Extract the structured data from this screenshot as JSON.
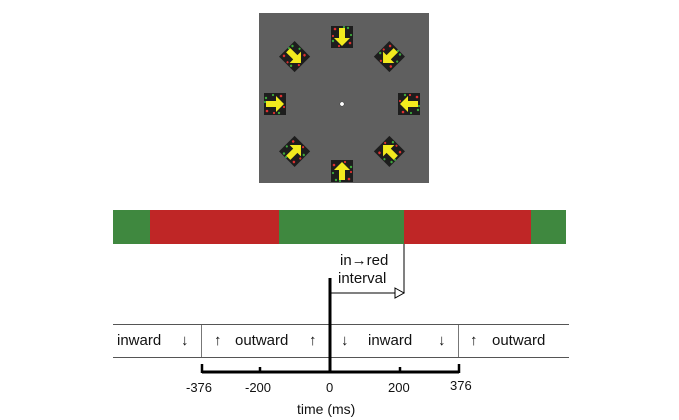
{
  "colors": {
    "green": "#3f883f",
    "red": "#bf2626",
    "background": "#5f5f5f",
    "arrow": "#f2ea1e"
  },
  "stimulus": {
    "description_icons": [
      "arrow-patch-icon"
    ]
  },
  "color_bar": {
    "segments": [
      "green",
      "red",
      "green",
      "red",
      "green"
    ]
  },
  "interval_label": {
    "line1": "in→red",
    "line2": "interval"
  },
  "motion_row": {
    "cells": [
      {
        "label": "inward",
        "arrow": "↓"
      },
      {
        "label": "outward",
        "arrow": "↑"
      },
      {
        "label": "inward",
        "arrow": "↓"
      },
      {
        "label": "outward",
        "arrow": "↑"
      }
    ]
  },
  "time_axis": {
    "ticks": [
      "-376",
      "-200",
      "0",
      "200",
      "376"
    ],
    "label": "time (ms)"
  }
}
